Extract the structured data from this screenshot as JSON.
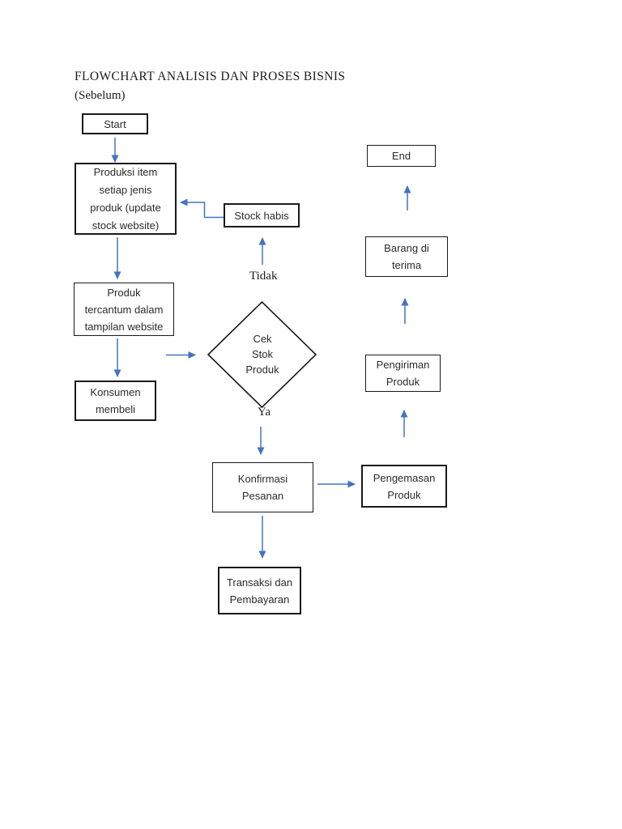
{
  "document": {
    "title": "FLOWCHART ANALISIS DAN PROSES BISNIS",
    "subtitle": "(Sebelum)"
  },
  "flowchart": {
    "nodes": {
      "start": "Start",
      "produksi": "Produksi item\nsetiap jenis\nproduk (update\nstock website)",
      "produk_tercantum": "Produk\ntercantum dalam\ntampilan website",
      "konsumen": "Konsumen\nmembeli",
      "stock_habis": "Stock habis",
      "cek_stok": "Cek\nStok\nProduk",
      "konfirmasi": "Konfirmasi\nPesanan",
      "pengemasan": "Pengemasan\nProduk",
      "transaksi": "Transaksi dan\nPembayaran",
      "pengiriman": "Pengiriman\nProduk",
      "barang_diterima": "Barang di\nterima",
      "end": "End"
    },
    "edge_labels": {
      "no": "Tidak",
      "yes": "Ya"
    },
    "colors": {
      "arrow_blue": "#4472C4",
      "shape_border": "#1a1a1a",
      "grammar_mark_green": "#70AD47",
      "page_background": "#ffffff"
    }
  }
}
